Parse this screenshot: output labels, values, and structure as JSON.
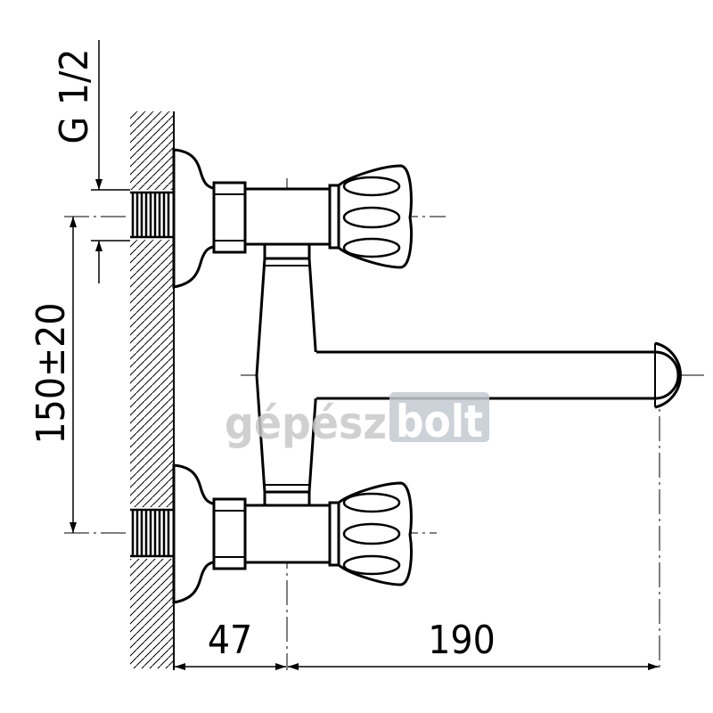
{
  "dimensions": {
    "thread": "G 1/2",
    "spacing": "150±20",
    "offset": "47",
    "reach": "190"
  },
  "watermark": {
    "part1": "gépész",
    "part2": "bolt"
  },
  "colors": {
    "line": "#000000",
    "watermark_text": "#c8c8c8",
    "watermark_box": "#c5cad2"
  }
}
